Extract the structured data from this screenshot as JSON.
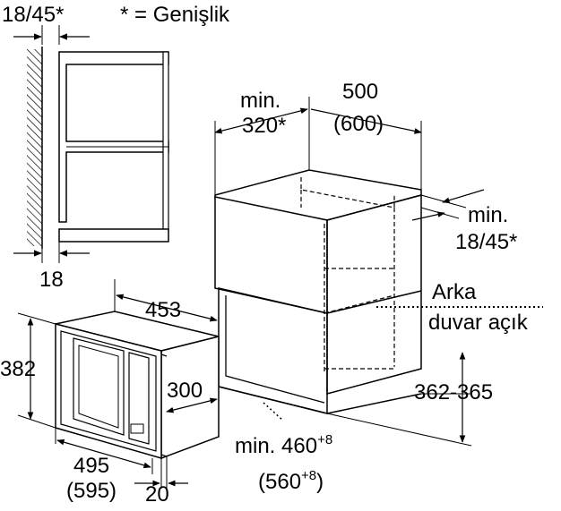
{
  "legend": {
    "left_dim": "18/45*",
    "note": "* = Genişlik"
  },
  "side_view": {
    "bottom_dim": "18"
  },
  "cabinet": {
    "min_width_line1": "min.",
    "min_width_line2": "320*",
    "depth_line1": "500",
    "depth_line2": "(600)",
    "side_min_line1": "min.",
    "side_min_line2": "18/45*",
    "back_wall_line1": "Arka",
    "back_wall_line2": "duvar açık",
    "height": "362-365",
    "inner_min_prefix": "min. 460",
    "inner_min_sup": "+8",
    "inner_alt_open": "(560",
    "inner_alt_sup": "+8",
    "inner_alt_close": ")"
  },
  "appliance": {
    "depth": "453",
    "height": "382",
    "inner_depth": "300",
    "width_line1": "495",
    "width_line2": "(595)",
    "frame": "20"
  }
}
